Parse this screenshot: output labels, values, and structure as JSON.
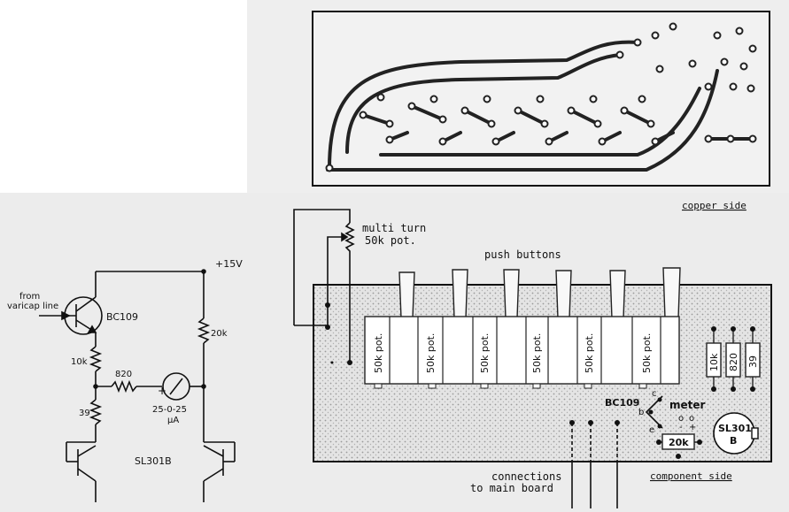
{
  "schematic": {
    "supply": "+15V",
    "input": [
      "from",
      "varicap line"
    ],
    "transistor": "BC109",
    "r_emitter": "10k",
    "r_series": "820",
    "r_bottom": "39",
    "r_right": "20k",
    "meter": [
      "25-0-25",
      "μA"
    ],
    "meter_plus": "+",
    "ic": "SL301B"
  },
  "pcb_copper": {
    "caption": "copper side"
  },
  "pcb_component": {
    "pot_label": [
      "multi turn",
      "50k pot."
    ],
    "buttons_label": "push buttons",
    "pot_text": "50k pot.",
    "pot_count": 6,
    "resistors": [
      "10k",
      "820",
      "39"
    ],
    "transistor": "BC109",
    "pins": [
      "c",
      "b",
      "e"
    ],
    "meter_label": "meter",
    "meter_pins": [
      "o",
      "o",
      "-",
      "+"
    ],
    "resistor_20k": "20k",
    "ic": [
      "SL301",
      "B"
    ],
    "connections": [
      "connections",
      "to main board"
    ],
    "caption": "component side"
  }
}
